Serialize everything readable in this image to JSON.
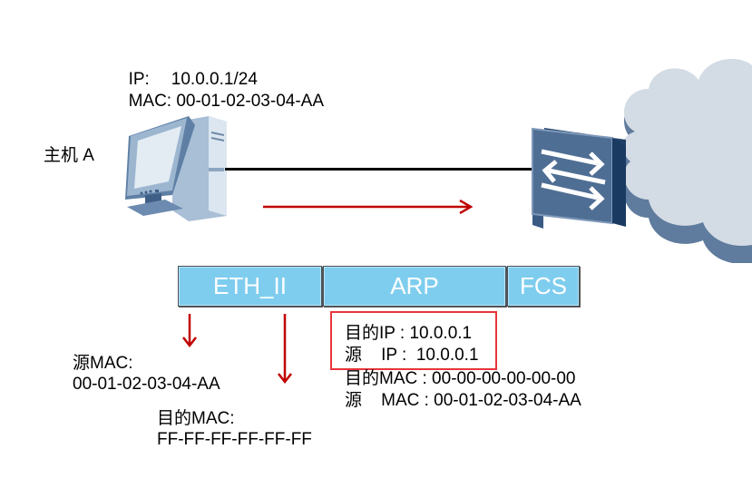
{
  "host": {
    "label": "主机 A",
    "ip_label": "IP:",
    "ip_value": "10.0.0.1/24",
    "mac_label": "MAC:",
    "mac_value": "00-01-02-03-04-AA"
  },
  "icons": {
    "host": "desktop-computer-icon",
    "switch": "switch-icon",
    "network": "cloud-icon"
  },
  "frame": {
    "segments": [
      {
        "label": "ETH_II"
      },
      {
        "label": "ARP"
      },
      {
        "label": "FCS"
      }
    ]
  },
  "eth_fields": {
    "src_mac_label": "源MAC:",
    "src_mac_value": "00-01-02-03-04-AA",
    "dst_mac_label": "目的MAC:",
    "dst_mac_value": "FF-FF-FF-FF-FF-FF"
  },
  "arp_fields": {
    "dst_ip": "目的IP : 10.0.0.1",
    "src_ip": "源    IP :  10.0.0.1",
    "dst_mac": "目的MAC : 00-00-00-00-00-00",
    "src_mac": "源    MAC : 00-01-02-03-04-AA"
  },
  "colors": {
    "arrow": "#c00000",
    "frame_fill": "#7fcdee",
    "highlight_box": "#e8353a",
    "device_blue": "#4f6e94",
    "cloud": "#d3dbe4"
  }
}
